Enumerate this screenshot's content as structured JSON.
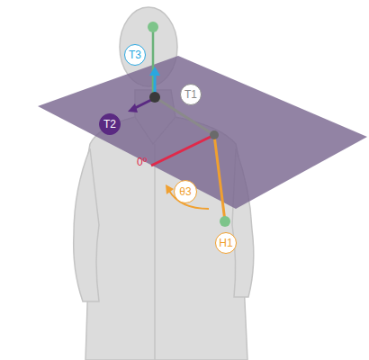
{
  "diagram": {
    "nodes": [
      {
        "text": [
          "T3"
        ]
      },
      {
        "text": [
          "T1"
        ]
      },
      {
        "text": [
          "T2"
        ]
      },
      {
        "text": [
          "θ3"
        ]
      },
      {
        "text": [
          "H1"
        ]
      }
    ],
    "labels": [
      "0º"
    ]
  }
}
